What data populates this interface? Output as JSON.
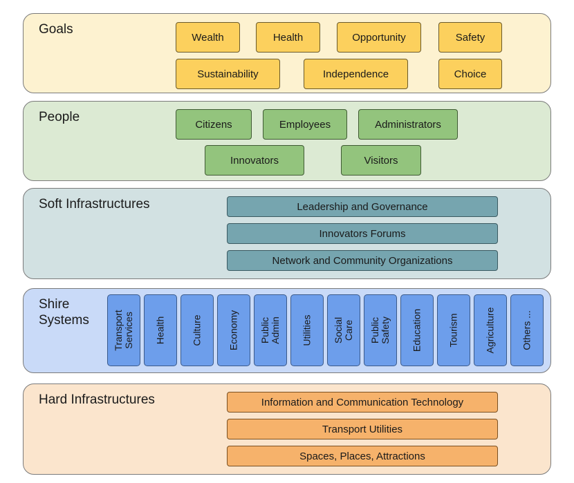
{
  "goals": {
    "title": "Goals",
    "items": [
      "Wealth",
      "Health",
      "Opportunity",
      "Safety",
      "Sustainability",
      "Independence",
      "Choice"
    ]
  },
  "people": {
    "title": "People",
    "items": [
      "Citizens",
      "Employees",
      "Administrators",
      "Innovators",
      "Visitors"
    ]
  },
  "soft": {
    "title": "Soft Infrastructures",
    "items": [
      "Leadership and Governance",
      "Innovators Forums",
      "Network and Community Organizations"
    ]
  },
  "systems": {
    "title": "Shire\nSystems",
    "items": [
      "Transport\nServices",
      "Health",
      "Culture",
      "Economy",
      "Public\nAdmin",
      "Utilities",
      "Social\nCare",
      "Public\nSafety",
      "Education",
      "Tourism",
      "Agriculture",
      "Others ..."
    ]
  },
  "hard": {
    "title": "Hard Infrastructures",
    "items": [
      "Information and Communication Technology",
      "Transport Utilities",
      "Spaces, Places, Attractions"
    ]
  },
  "colors": {
    "goals_bg": "#fdf2d0",
    "people_bg": "#dcead3",
    "soft_bg": "#d2e1e2",
    "systems_bg": "#c9daf8",
    "hard_bg": "#fbe5cd"
  }
}
